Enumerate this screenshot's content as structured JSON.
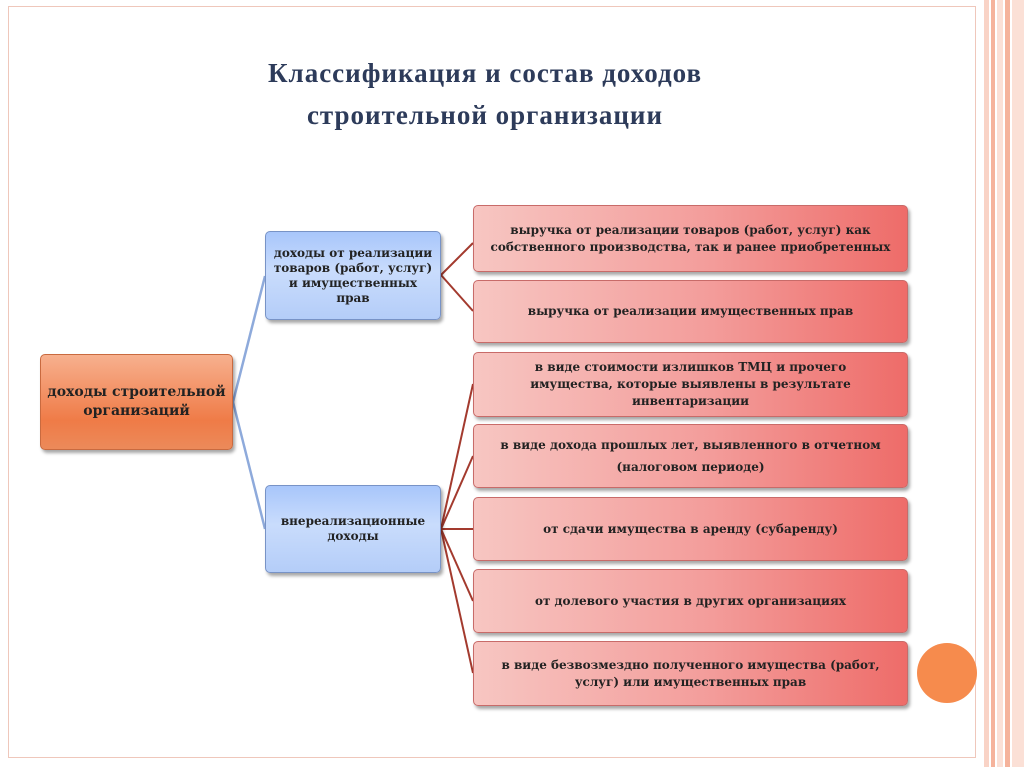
{
  "title": {
    "line1": "Классификация и состав доходов",
    "line2": "строительной организации"
  },
  "diagram": {
    "root": "доходы строительной организаций",
    "groups": [
      {
        "label": "доходы от реализации товаров (работ, услуг) и имущественных прав",
        "items": [
          "выручка от реализации товаров (работ, услуг) как собственного производства, так и ранее приобретенных",
          "выручка от реализации имущественных прав"
        ]
      },
      {
        "label": "внереализационные доходы",
        "items": [
          "в виде стоимости излишков ТМЦ и прочего имущества, которые выявлены в результате инвентаризации",
          "в виде дохода прошлых лет, выявленного в отчетном (налоговом периоде)",
          "от сдачи имущества в аренду (субаренду)",
          "от долевого участия в других организациях",
          "в виде безвозмездно полученного имущества (работ, услуг) или имущественных прав"
        ]
      }
    ],
    "colors": {
      "root_fill": "#ef7b47",
      "group_fill": "#c9dcfc",
      "item_fill": "#f39c9a",
      "root_connector": "#8eaadb",
      "item_connector": "#a33a2e",
      "title_text": "#2d3b5a"
    }
  }
}
